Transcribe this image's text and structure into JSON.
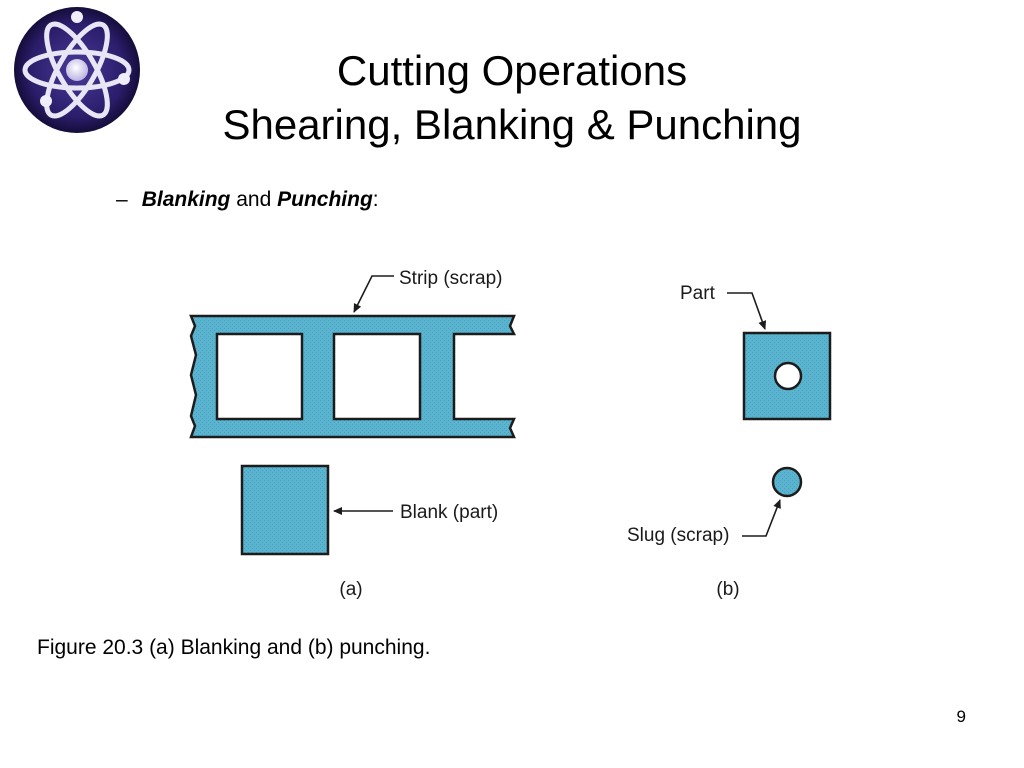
{
  "slide": {
    "title_line1": "Cutting Operations",
    "title_line2": "Shearing, Blanking & Punching",
    "bullet_dash": "–",
    "bullet_term1": "Blanking",
    "bullet_connector": "and",
    "bullet_term2": "Punching",
    "bullet_colon": ":",
    "caption": "Figure 20.3 (a) Blanking and (b) punching.",
    "page_number": "9"
  },
  "figure": {
    "label_strip": "Strip (scrap)",
    "label_blank": "Blank (part)",
    "label_part": "Part",
    "label_slug": "Slug (scrap)",
    "label_a": "(a)",
    "label_b": "(b)",
    "material_color": "#5ab4cf",
    "outline_color": "#1c1c1c"
  },
  "logo": {
    "icon": "atom-icon",
    "background_color": "#2b1d6a"
  }
}
